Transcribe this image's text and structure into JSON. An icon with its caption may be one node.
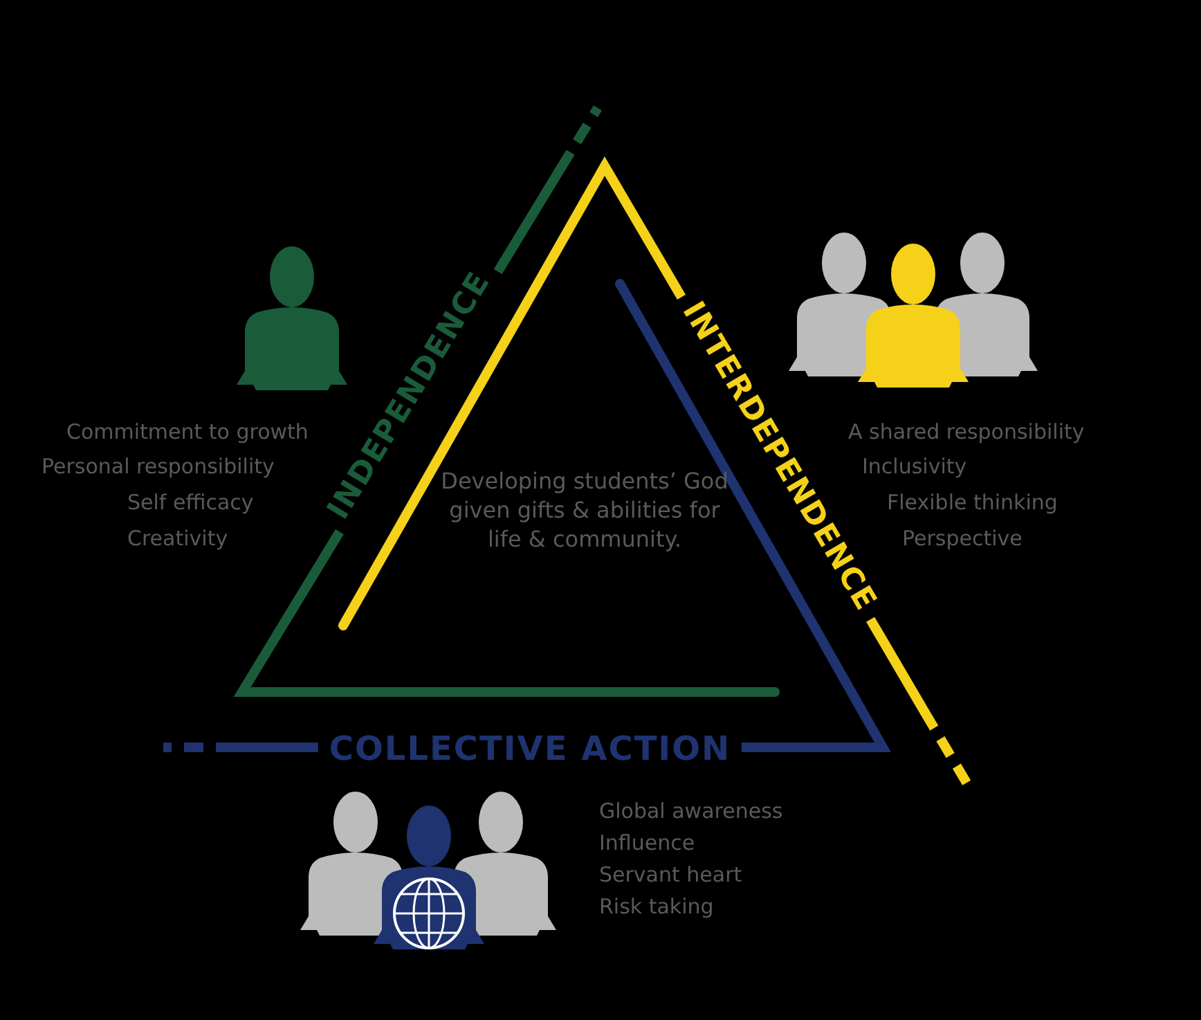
{
  "diagram": {
    "labels": [
      "INDEPENDENCE",
      "INTERDEPENDENCE",
      "COLLECTIVE ACTION",
      "Developing students’ God given gifts & abilities for life & community.",
      "Commitment to growth",
      "Personal responsibility",
      "Self efficacy",
      "Creativity",
      "A shared responsibility",
      "Inclusivity",
      "Flexible thinking",
      "Perspective",
      "Global awareness",
      "Influence",
      "Servant heart",
      "Risk taking"
    ]
  }
}
